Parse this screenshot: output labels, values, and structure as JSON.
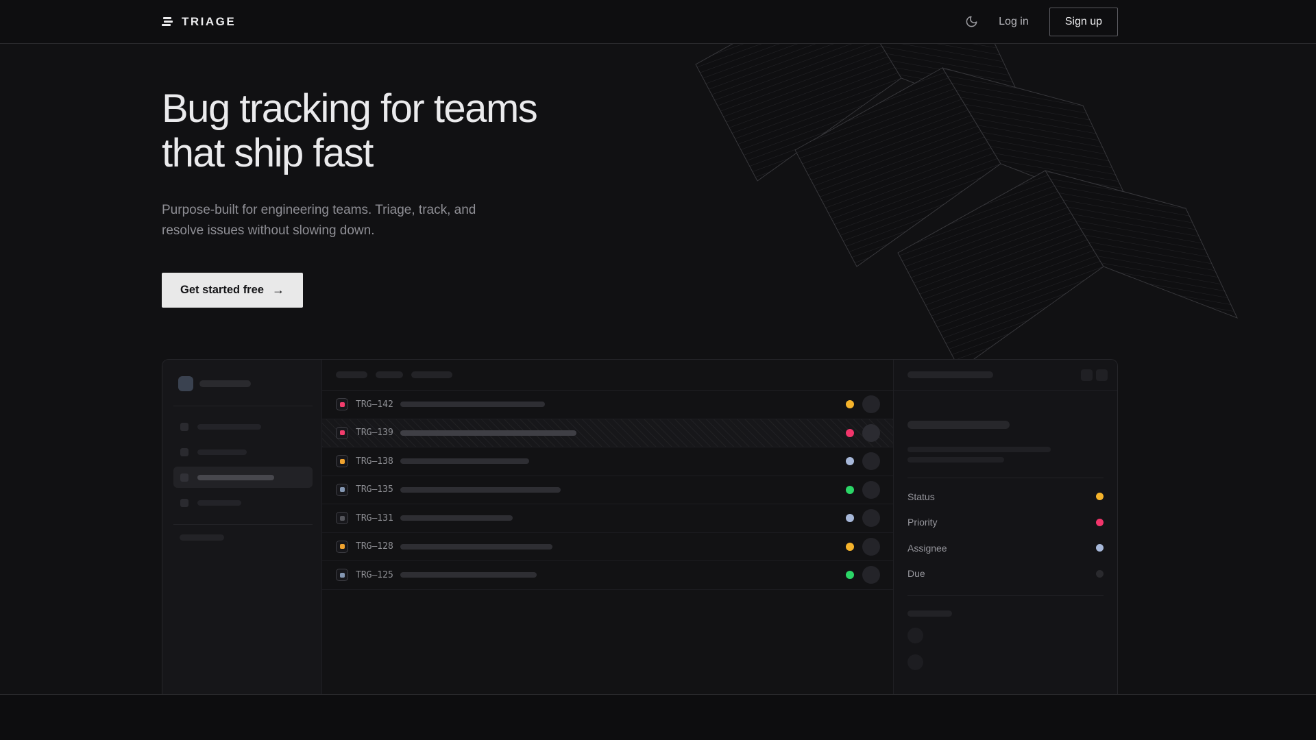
{
  "brand": {
    "name": "TRIAGE"
  },
  "nav": {
    "login": "Log in",
    "signup": "Sign up"
  },
  "hero": {
    "heading_line1": "Bug tracking for teams",
    "heading_line2": "that ship fast",
    "subtitle": "Purpose-built for engineering teams. Triage, track, and resolve issues without slowing down.",
    "cta": "Get started free",
    "cta_arrow": "→"
  },
  "mockup": {
    "issues": [
      {
        "id": "TRG–142",
        "icon_color": "#F23D6D",
        "status_color": "#F5B32B"
      },
      {
        "id": "TRG–139",
        "icon_color": "#F23D6D",
        "status_color": "#F2356B",
        "selected": true
      },
      {
        "id": "TRG–138",
        "icon_color": "#F0A32F",
        "status_color": "#A7B8D9"
      },
      {
        "id": "TRG–135",
        "icon_color": "#8497B2",
        "status_color": "#2BD667"
      },
      {
        "id": "TRG–131",
        "icon_color": "#55565C",
        "status_color": "#A7B8D9"
      },
      {
        "id": "TRG–128",
        "icon_color": "#F0A32F",
        "status_color": "#F5B32B"
      },
      {
        "id": "TRG–125",
        "icon_color": "#8497B2",
        "status_color": "#2BD667"
      }
    ],
    "detail_panel": {
      "fields": [
        {
          "label": "Status",
          "color": "#F5B32B"
        },
        {
          "label": "Priority",
          "color": "#F2356B"
        },
        {
          "label": "Assignee",
          "color": "#A7B8D9"
        },
        {
          "label": "Due",
          "color": "#2A2A2E"
        }
      ]
    }
  }
}
